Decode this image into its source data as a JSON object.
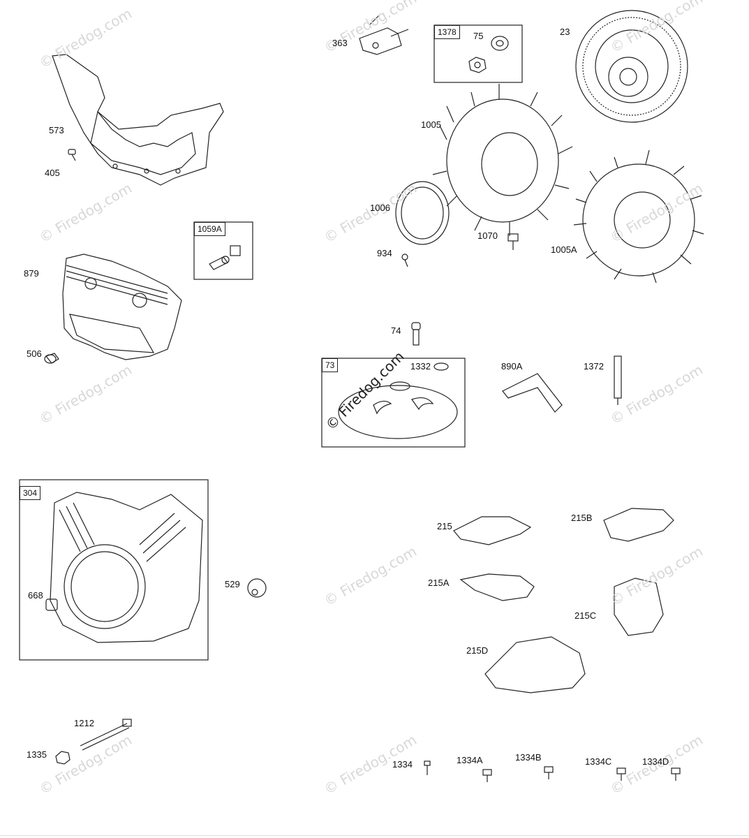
{
  "watermark": "© Firedog.com",
  "labels": {
    "p573": "573",
    "p405": "405",
    "p1059A": "1059A",
    "p879": "879",
    "p506": "506",
    "p363": "363",
    "p1378": "1378",
    "p75": "75",
    "p23": "23",
    "p1005": "1005",
    "p1006": "1006",
    "p934": "934",
    "p1070": "1070",
    "p1005A": "1005A",
    "p74": "74",
    "p73": "73",
    "p1332": "1332",
    "p890A": "890A",
    "p1372": "1372",
    "p304": "304",
    "p668": "668",
    "p529": "529",
    "p215": "215",
    "p215B": "215B",
    "p215A": "215A",
    "p215C": "215C",
    "p215D": "215D",
    "p1212": "1212",
    "p1335": "1335",
    "p1334": "1334",
    "p1334A": "1334A",
    "p1334B": "1334B",
    "p1334C": "1334C",
    "p1334D": "1334D"
  }
}
